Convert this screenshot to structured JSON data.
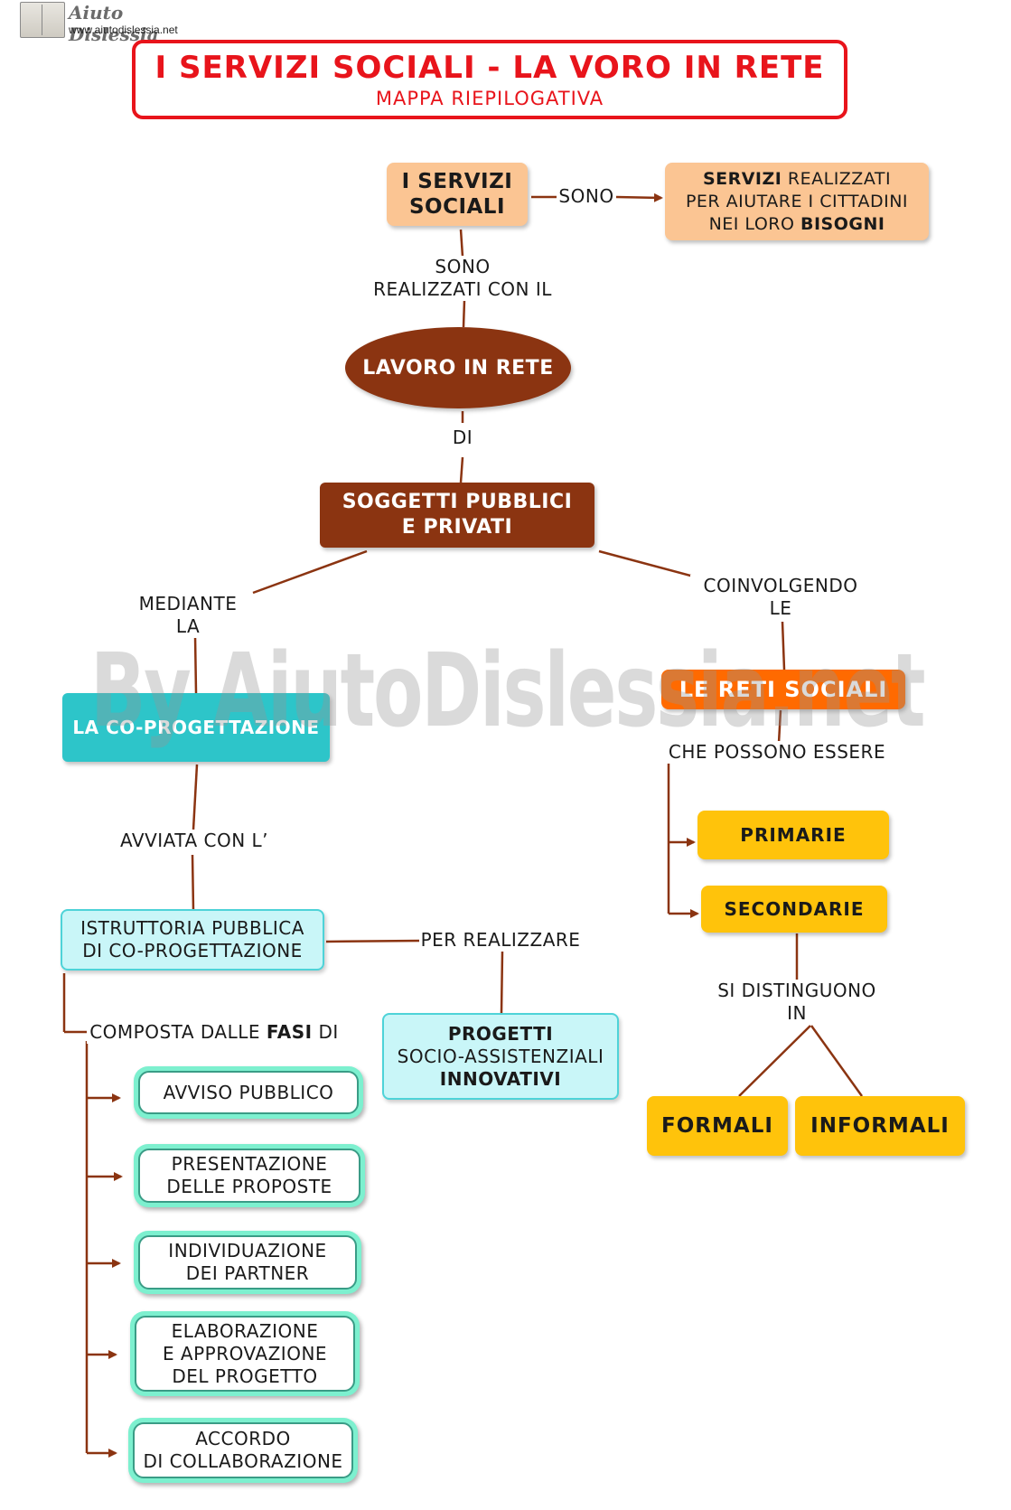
{
  "header": {
    "logo_title": "Aiuto Dislessia",
    "logo_url": "www.aiutodislessia.net",
    "title": "I SERVIZI SOCIALI - LA VORO IN RETE",
    "subtitle": "MAPPA RIEPILOGATIVA"
  },
  "nodes": {
    "servizi_sociali": [
      "I SERVIZI",
      "SOCIALI"
    ],
    "definizione": {
      "line1_bold": "SERVIZI",
      "line1_rest": " REALIZZATI",
      "line2": "PER AIUTARE I CITTADINI",
      "line3_pre": "NEI LORO ",
      "line3_bold": "BISOGNI"
    },
    "lavoro_in_rete": "LAVORO IN RETE",
    "soggetti": [
      "SOGGETTI PUBBLICI",
      "E PRIVATI"
    ],
    "co_progettazione": "LA CO-PROGETTAZIONE",
    "istruttoria": [
      "ISTRUTTORIA PUBBLICA",
      "DI CO-PROGETTAZIONE"
    ],
    "progetti": {
      "line1": "PROGETTI",
      "line2": "SOCIO-ASSISTENZIALI",
      "line3": "INNOVATIVI"
    },
    "reti_sociali": "LE RETI SOCIALI",
    "primarie": "PRIMARIE",
    "secondarie": "SECONDARIE",
    "formali": "FORMALI",
    "informali": "INFORMALI"
  },
  "phases": [
    [
      "AVVISO PUBBLICO"
    ],
    [
      "PRESENTAZIONE",
      "DELLE PROPOSTE"
    ],
    [
      "INDIVIDUAZIONE",
      "DEI PARTNER"
    ],
    [
      "ELABORAZIONE",
      "E APPROVAZIONE",
      "DEL PROGETTO"
    ],
    [
      "ACCORDO",
      "DI COLLABORAZIONE"
    ]
  ],
  "links": {
    "sono": "SONO",
    "realizzati": [
      "SONO",
      "REALIZZATI CON IL"
    ],
    "di": "DI",
    "mediante": [
      "MEDIANTE",
      "LA"
    ],
    "coinvolgendo": [
      "COINVOLGENDO",
      "LE"
    ],
    "avviata": "AVVIATA CON L’",
    "per_realizzare": "PER REALIZZARE",
    "composta_pre": "COMPOSTA DALLE ",
    "composta_bold": "FASI",
    "composta_post": " DI",
    "possono_essere": "CHE POSSONO ESSERE",
    "si_distinguono": [
      "SI DISTINGUONO",
      "IN"
    ]
  },
  "watermark": "By AiutoDislessia.net",
  "colors": {
    "title_red": "#e8141b",
    "link_brown": "#8b3411",
    "peach": "#fbc593",
    "teal": "#2dc5c9",
    "light_cyan": "#c9f6f8",
    "orange": "#ff6a00",
    "yellow": "#ffc30b",
    "mint": "#7df0cf"
  }
}
